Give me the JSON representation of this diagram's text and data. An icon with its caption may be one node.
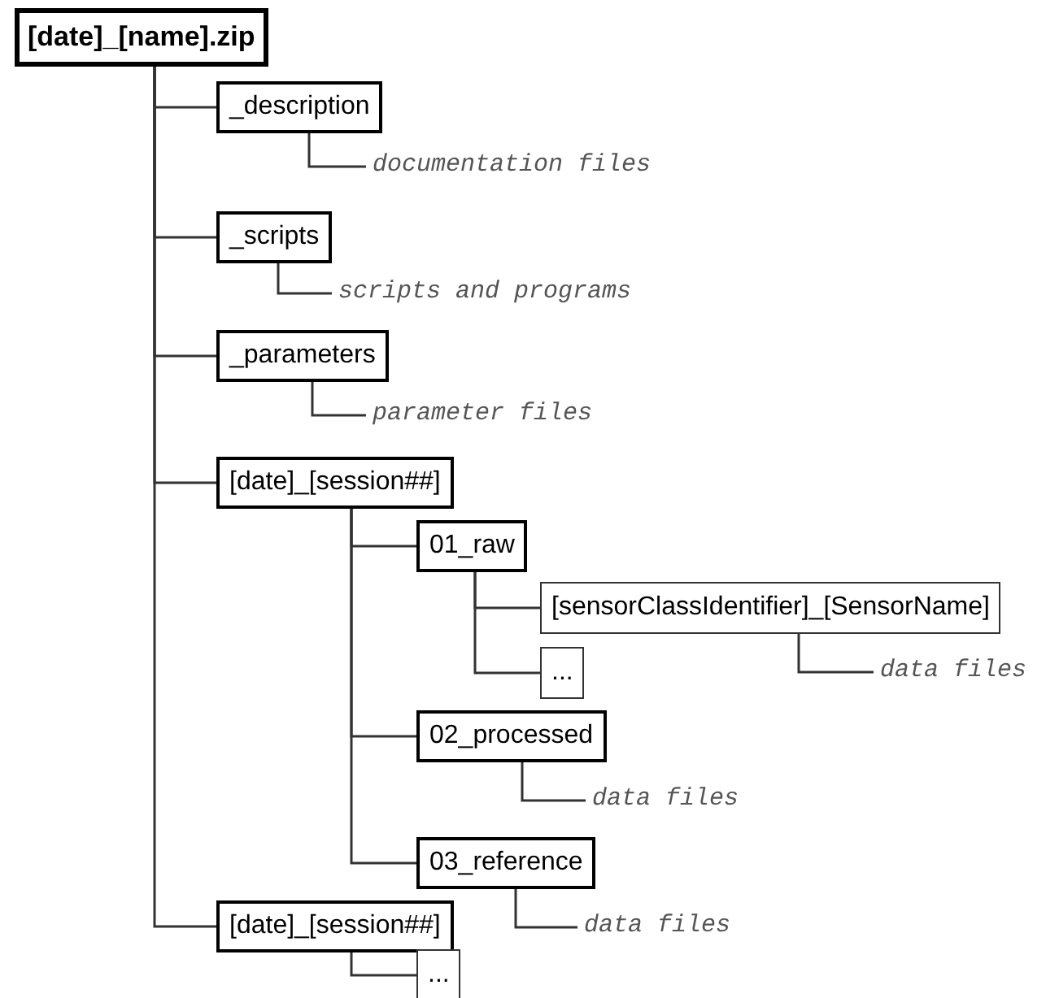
{
  "diagram": {
    "nodes": [
      {
        "text": [
          "[date]_[name].zip"
        ]
      },
      {
        "text": [
          "_description"
        ]
      },
      {
        "text": [
          "documentation files"
        ]
      },
      {
        "text": [
          "_scripts"
        ]
      },
      {
        "text": [
          "scripts and programs"
        ]
      },
      {
        "text": [
          "_parameters"
        ]
      },
      {
        "text": [
          "parameter files"
        ]
      },
      {
        "text": [
          "[date]_[session##]"
        ]
      },
      {
        "text": [
          "01_raw"
        ]
      },
      {
        "text": [
          "[sensorClassIdentifier]_[SensorName]"
        ]
      },
      {
        "text": [
          "data files"
        ]
      },
      {
        "text": [
          "..."
        ]
      },
      {
        "text": [
          "02_processed"
        ]
      },
      {
        "text": [
          "data files"
        ]
      },
      {
        "text": [
          "03_reference"
        ]
      },
      {
        "text": [
          "data files"
        ]
      },
      {
        "text": [
          "[date]_[session##]"
        ]
      },
      {
        "text": [
          "..."
        ]
      }
    ],
    "edges": [
      {
        "from": 0,
        "to": 1,
        "arrow": "none"
      },
      {
        "from": 1,
        "to": 2,
        "arrow": "none"
      },
      {
        "from": 0,
        "to": 3,
        "arrow": "none"
      },
      {
        "from": 3,
        "to": 4,
        "arrow": "none"
      },
      {
        "from": 0,
        "to": 5,
        "arrow": "none"
      },
      {
        "from": 5,
        "to": 6,
        "arrow": "none"
      },
      {
        "from": 0,
        "to": 7,
        "arrow": "none"
      },
      {
        "from": 7,
        "to": 8,
        "arrow": "none"
      },
      {
        "from": 8,
        "to": 9,
        "arrow": "none"
      },
      {
        "from": 9,
        "to": 10,
        "arrow": "none"
      },
      {
        "from": 8,
        "to": 11,
        "arrow": "none"
      },
      {
        "from": 7,
        "to": 12,
        "arrow": "none"
      },
      {
        "from": 12,
        "to": 13,
        "arrow": "none"
      },
      {
        "from": 7,
        "to": 14,
        "arrow": "none"
      },
      {
        "from": 14,
        "to": 15,
        "arrow": "none"
      },
      {
        "from": 0,
        "to": 16,
        "arrow": "none"
      },
      {
        "from": 16,
        "to": 17,
        "arrow": "none"
      }
    ]
  }
}
